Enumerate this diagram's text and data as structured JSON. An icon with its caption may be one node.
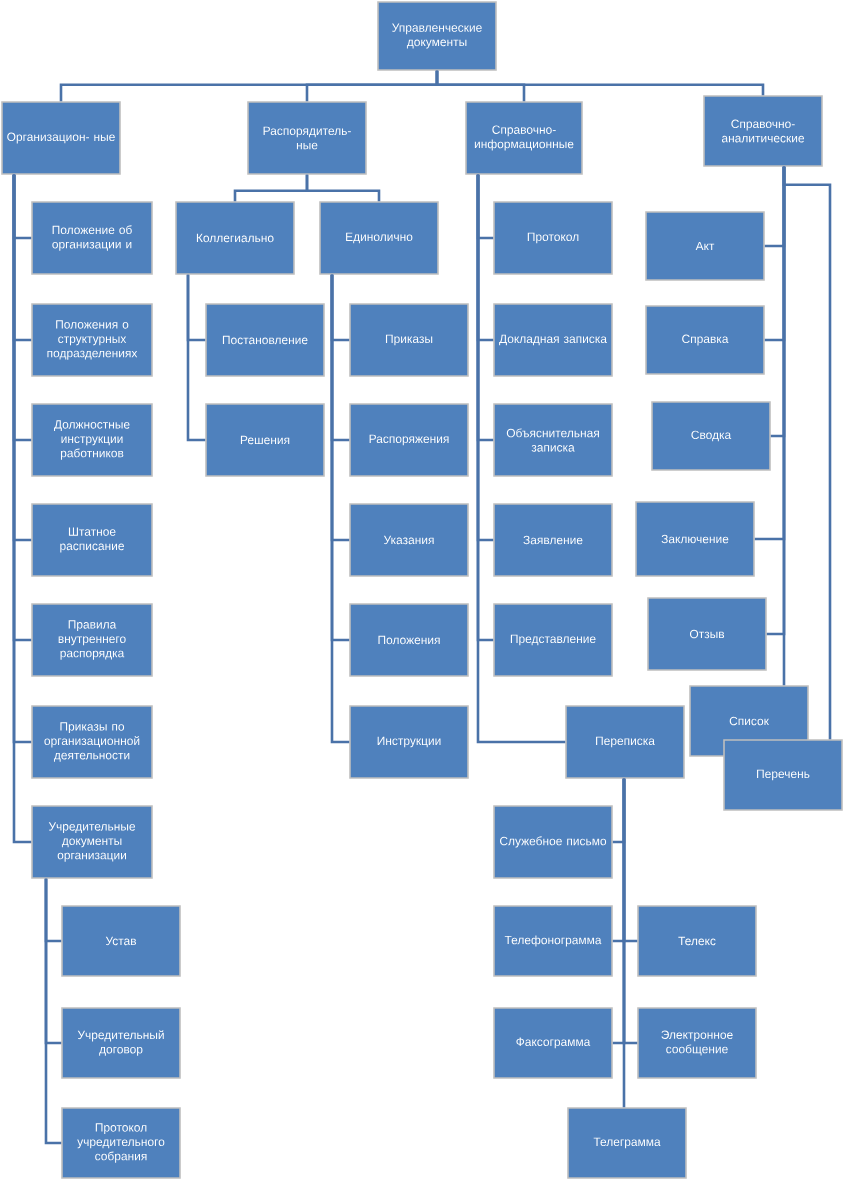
{
  "diagram": {
    "nodes": [
      {
        "text": [
          "Управленческие документы"
        ]
      },
      {
        "text": [
          "Организацион- ные"
        ]
      },
      {
        "text": [
          "Распорядитель- ные"
        ]
      },
      {
        "text": [
          "Справочно- информационные"
        ]
      },
      {
        "text": [
          "Справочно- аналитические"
        ]
      },
      {
        "text": [
          "Положение об организации и"
        ]
      },
      {
        "text": [
          "Положения о структурных подразделениях"
        ]
      },
      {
        "text": [
          "Должностные инструкции работников"
        ]
      },
      {
        "text": [
          "Штатное расписание"
        ]
      },
      {
        "text": [
          "Правила внутреннего распорядка"
        ]
      },
      {
        "text": [
          "Приказы по организационной деятельности"
        ]
      },
      {
        "text": [
          "Учредительные документы организации"
        ]
      },
      {
        "text": [
          "Устав"
        ]
      },
      {
        "text": [
          "Учредительный договор"
        ]
      },
      {
        "text": [
          "Протокол учредительного собрания"
        ]
      },
      {
        "text": [
          "Коллегиально"
        ]
      },
      {
        "text": [
          "Единолично"
        ]
      },
      {
        "text": [
          "Постановление"
        ]
      },
      {
        "text": [
          "Решения"
        ]
      },
      {
        "text": [
          "Приказы"
        ]
      },
      {
        "text": [
          "Распоряжения"
        ]
      },
      {
        "text": [
          "Указания"
        ]
      },
      {
        "text": [
          "Положения"
        ]
      },
      {
        "text": [
          "Инструкции"
        ]
      },
      {
        "text": [
          "Протокол"
        ]
      },
      {
        "text": [
          "Докладная записка"
        ]
      },
      {
        "text": [
          "Объяснительная записка"
        ]
      },
      {
        "text": [
          "Заявление"
        ]
      },
      {
        "text": [
          "Представление"
        ]
      },
      {
        "text": [
          "Переписка"
        ]
      },
      {
        "text": [
          "Акт"
        ]
      },
      {
        "text": [
          "Справка"
        ]
      },
      {
        "text": [
          "Сводка"
        ]
      },
      {
        "text": [
          "Заключение"
        ]
      },
      {
        "text": [
          "Отзыв"
        ]
      },
      {
        "text": [
          "Список"
        ]
      },
      {
        "text": [
          "Перечень"
        ]
      },
      {
        "text": [
          "Служебное письмо"
        ]
      },
      {
        "text": [
          "Телефонограмма"
        ]
      },
      {
        "text": [
          "Телекс"
        ]
      },
      {
        "text": [
          "Факсограмма"
        ]
      },
      {
        "text": [
          "Электронное сообщение"
        ]
      },
      {
        "text": [
          "Телеграмма"
        ]
      }
    ],
    "edges": [
      {
        "from": 0,
        "to": 1,
        "arrow": "none"
      },
      {
        "from": 0,
        "to": 2,
        "arrow": "none"
      },
      {
        "from": 0,
        "to": 3,
        "arrow": "none"
      },
      {
        "from": 0,
        "to": 4,
        "arrow": "none"
      },
      {
        "from": 1,
        "to": 5,
        "arrow": "none"
      },
      {
        "from": 1,
        "to": 6,
        "arrow": "none"
      },
      {
        "from": 1,
        "to": 7,
        "arrow": "none"
      },
      {
        "from": 1,
        "to": 8,
        "arrow": "none"
      },
      {
        "from": 1,
        "to": 9,
        "arrow": "none"
      },
      {
        "from": 1,
        "to": 10,
        "arrow": "none"
      },
      {
        "from": 1,
        "to": 11,
        "arrow": "none"
      },
      {
        "from": 11,
        "to": 12,
        "arrow": "none"
      },
      {
        "from": 11,
        "to": 13,
        "arrow": "none"
      },
      {
        "from": 11,
        "to": 14,
        "arrow": "none"
      },
      {
        "from": 2,
        "to": 15,
        "arrow": "none"
      },
      {
        "from": 2,
        "to": 16,
        "arrow": "none"
      },
      {
        "from": 15,
        "to": 17,
        "arrow": "none"
      },
      {
        "from": 15,
        "to": 18,
        "arrow": "none"
      },
      {
        "from": 16,
        "to": 19,
        "arrow": "none"
      },
      {
        "from": 16,
        "to": 20,
        "arrow": "none"
      },
      {
        "from": 16,
        "to": 21,
        "arrow": "none"
      },
      {
        "from": 16,
        "to": 22,
        "arrow": "none"
      },
      {
        "from": 16,
        "to": 23,
        "arrow": "none"
      },
      {
        "from": 3,
        "to": 24,
        "arrow": "none"
      },
      {
        "from": 3,
        "to": 25,
        "arrow": "none"
      },
      {
        "from": 3,
        "to": 26,
        "arrow": "none"
      },
      {
        "from": 3,
        "to": 27,
        "arrow": "none"
      },
      {
        "from": 3,
        "to": 28,
        "arrow": "none"
      },
      {
        "from": 3,
        "to": 29,
        "arrow": "none"
      },
      {
        "from": 4,
        "to": 30,
        "arrow": "none"
      },
      {
        "from": 4,
        "to": 31,
        "arrow": "none"
      },
      {
        "from": 4,
        "to": 32,
        "arrow": "none"
      },
      {
        "from": 4,
        "to": 33,
        "arrow": "none"
      },
      {
        "from": 4,
        "to": 34,
        "arrow": "none"
      },
      {
        "from": 4,
        "to": 35,
        "arrow": "none"
      },
      {
        "from": 4,
        "to": 36,
        "arrow": "none"
      },
      {
        "from": 29,
        "to": 37,
        "arrow": "none"
      },
      {
        "from": 29,
        "to": 38,
        "arrow": "none"
      },
      {
        "from": 29,
        "to": 39,
        "arrow": "none"
      },
      {
        "from": 29,
        "to": 40,
        "arrow": "none"
      },
      {
        "from": 29,
        "to": 41,
        "arrow": "none"
      },
      {
        "from": 29,
        "to": 42,
        "arrow": "none"
      }
    ]
  }
}
